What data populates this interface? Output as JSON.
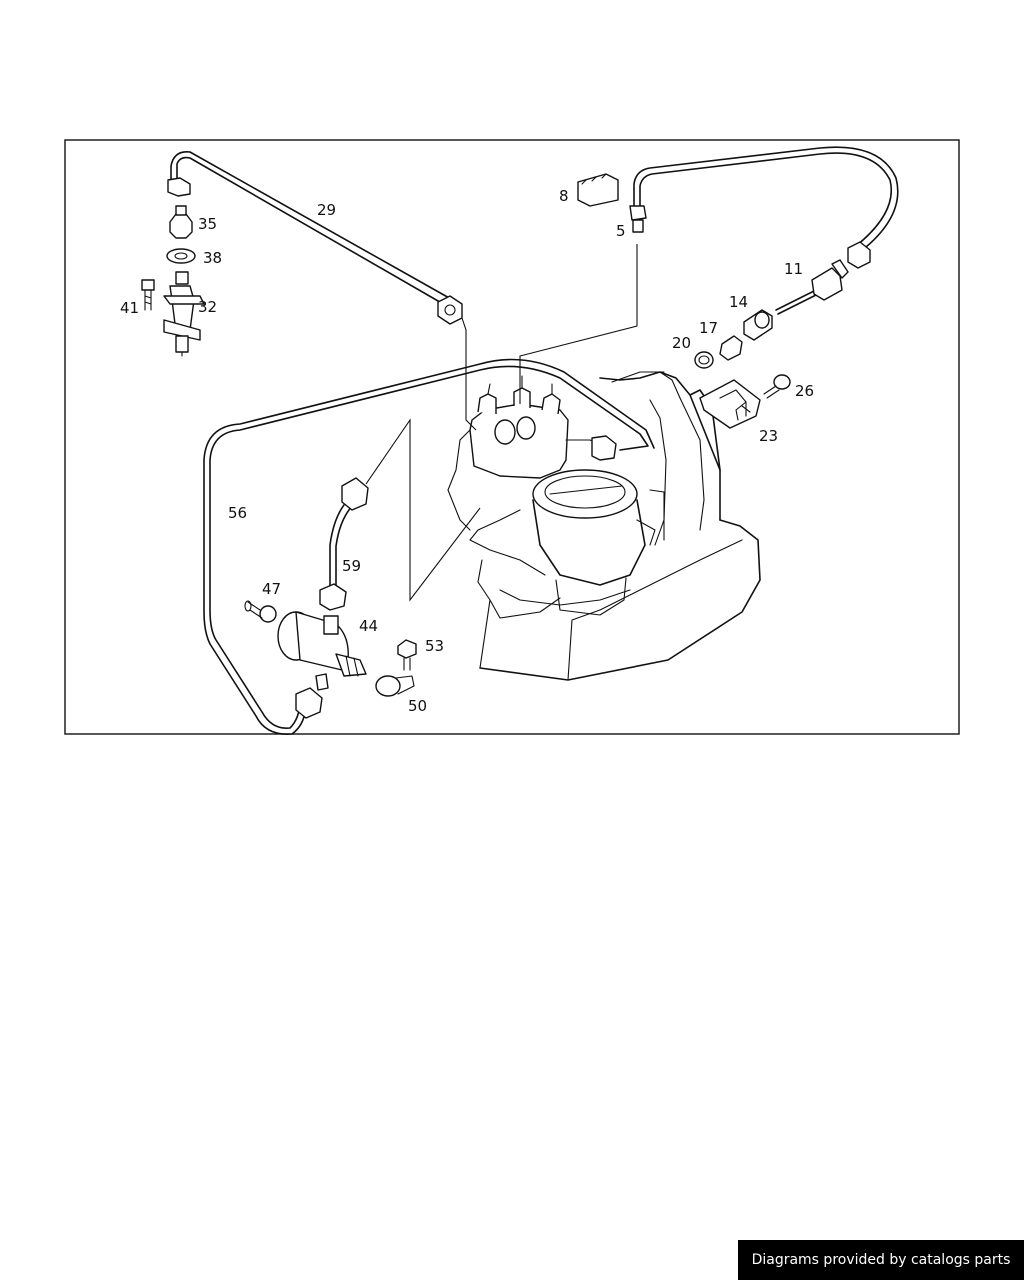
{
  "diagram": {
    "callouts": [
      {
        "id": "lbl-29",
        "text": "29"
      },
      {
        "id": "lbl-35",
        "text": "35"
      },
      {
        "id": "lbl-38",
        "text": "38"
      },
      {
        "id": "lbl-41",
        "text": "41"
      },
      {
        "id": "lbl-32",
        "text": "32"
      },
      {
        "id": "lbl-8",
        "text": "8"
      },
      {
        "id": "lbl-5",
        "text": "5"
      },
      {
        "id": "lbl-11",
        "text": "11"
      },
      {
        "id": "lbl-14",
        "text": "14"
      },
      {
        "id": "lbl-17",
        "text": "17"
      },
      {
        "id": "lbl-20",
        "text": "20"
      },
      {
        "id": "lbl-26",
        "text": "26"
      },
      {
        "id": "lbl-23",
        "text": "23"
      },
      {
        "id": "lbl-56",
        "text": "56"
      },
      {
        "id": "lbl-59",
        "text": "59"
      },
      {
        "id": "lbl-47",
        "text": "47"
      },
      {
        "id": "lbl-44",
        "text": "44"
      },
      {
        "id": "lbl-53",
        "text": "53"
      },
      {
        "id": "lbl-50",
        "text": "50"
      }
    ]
  },
  "footer": {
    "credit_text": "Diagrams provided by catalogs parts"
  }
}
